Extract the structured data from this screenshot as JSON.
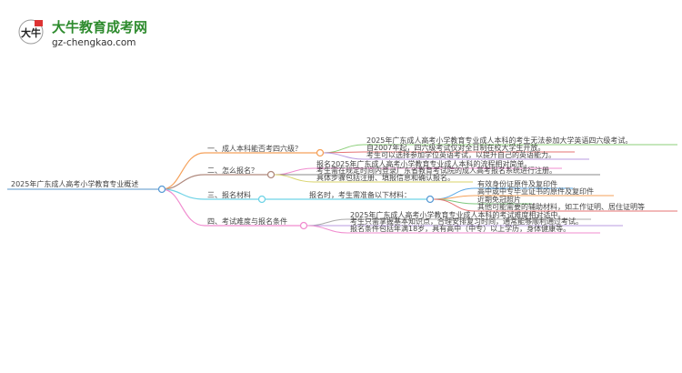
{
  "logo": {
    "title": "大牛教育成考网",
    "url": "gz-chengkao.com",
    "mark": "大牛"
  },
  "root": {
    "label": "2025年广东成人高考小学教育专业概述",
    "color": "#8fb8dc"
  },
  "branches": [
    {
      "label": "一、成人本科能否考四六级？",
      "color": "#f5a15a",
      "leaves": [
        {
          "text": "2025年广东成人高考小学教育专业成人本科的考生无法参加大学英语四六级考试。",
          "color": "#8ccf7a"
        },
        {
          "text": "自2007年起，四六级考试仅对全日制在校大学生开放。",
          "color": "#e57373"
        },
        {
          "text": "考生可以选择参加学位英语考试，以提升自己的英语能力。",
          "color": "#b99be0"
        }
      ]
    },
    {
      "label": "二、怎么报名？",
      "color": "#b08a7e",
      "leaves": [
        {
          "text": "报名2025年广东成人高考小学教育专业成人本科的流程相对简单。",
          "color": "#f08ccf"
        },
        {
          "text": "考生需在规定时间内登录广东省教育考试院的成人高考报名系统进行注册。",
          "color": "#888888"
        },
        {
          "text": "具体步骤包括注册、填报信息和确认报名。",
          "color": "#d8d36a"
        }
      ]
    },
    {
      "label": "三、报名材料",
      "color": "#6fd3e6",
      "child": {
        "label": "报名时，考生需准备以下材料：",
        "color": "#8fb8dc"
      },
      "leaves": [
        {
          "text": "有效身份证原件及复印件",
          "color": "#5aa8e6"
        },
        {
          "text": "高中或中专毕业证书的原件及复印件",
          "color": "#f5a15a"
        },
        {
          "text": "近期免冠照片",
          "color": "#7cc87c"
        },
        {
          "text": "其他可能需要的辅助材料，如工作证明、居住证明等",
          "color": "#e57373"
        }
      ]
    },
    {
      "label": "四、考试难度与报名条件",
      "color": "#f08ccf",
      "leaves": [
        {
          "text": "2025年广东成人高考小学教育专业成人本科的考试难度相对适中。",
          "color": "#aaaaaa"
        },
        {
          "text": "考生只需掌握基本知识点，合理安排复习时间，通常能够顺利通过考试。",
          "color": "#b99be0"
        },
        {
          "text": "报名条件包括年满18岁，具有高中（中专）以上学历，身体健康等。",
          "color": "#f08ccf"
        }
      ]
    }
  ]
}
